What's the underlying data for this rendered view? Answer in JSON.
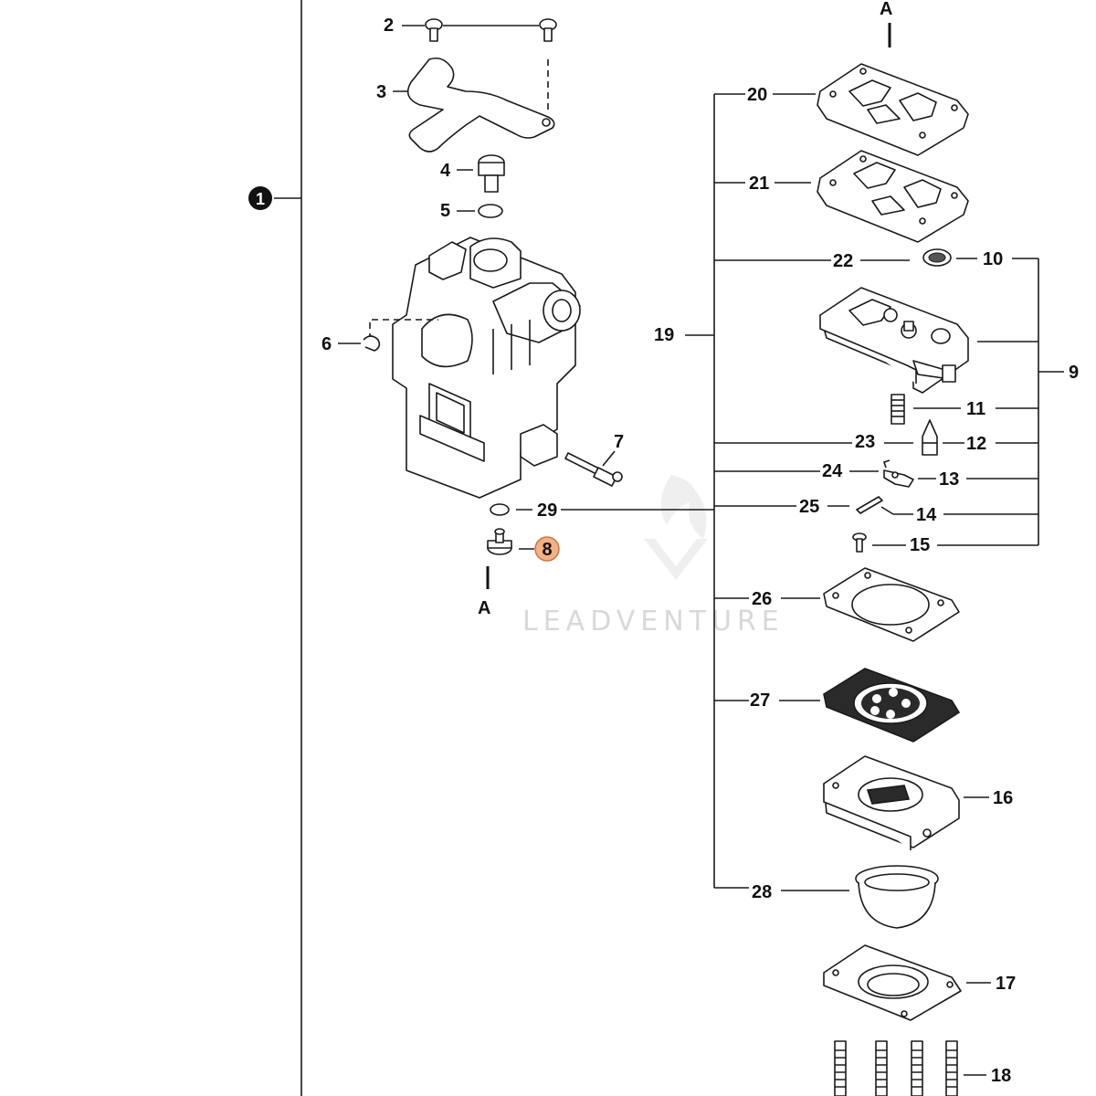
{
  "diagram": {
    "callouts": {
      "p1": "1",
      "p2": "2",
      "p3": "3",
      "p4": "4",
      "p5": "5",
      "p6": "6",
      "p7": "7",
      "p8": "8",
      "p9": "9",
      "p10": "10",
      "p11": "11",
      "p12": "12",
      "p13": "13",
      "p14": "14",
      "p15": "15",
      "p16": "16",
      "p17": "17",
      "p18": "18",
      "p19": "19",
      "p20": "20",
      "p21": "21",
      "p22": "22",
      "p23": "23",
      "p24": "24",
      "p25": "25",
      "p26": "26",
      "p27": "27",
      "p28": "28",
      "p29": "29"
    },
    "connector_top": "A",
    "connector_bottom": "A",
    "highlight_color": "#f4b183",
    "watermark": "LEADVENTURE"
  }
}
